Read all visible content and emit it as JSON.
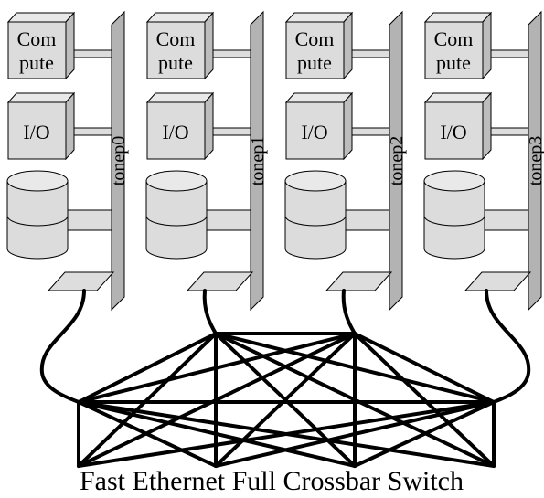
{
  "nodes": [
    {
      "name": "tonep0",
      "compute_label": [
        "Com",
        "pute"
      ],
      "io_label": "I/O"
    },
    {
      "name": "tonep1",
      "compute_label": [
        "Com",
        "pute"
      ],
      "io_label": "I/O"
    },
    {
      "name": "tonep2",
      "compute_label": [
        "Com",
        "pute"
      ],
      "io_label": "I/O"
    },
    {
      "name": "tonep3",
      "compute_label": [
        "Com",
        "pute"
      ],
      "io_label": "I/O"
    }
  ],
  "caption": "Fast Ethernet Full Crossbar Switch",
  "colors": {
    "box_face": "#dcdcdc",
    "box_side": "#bdbdbd",
    "bus": "#b3b3b3",
    "wire": "#000000"
  }
}
